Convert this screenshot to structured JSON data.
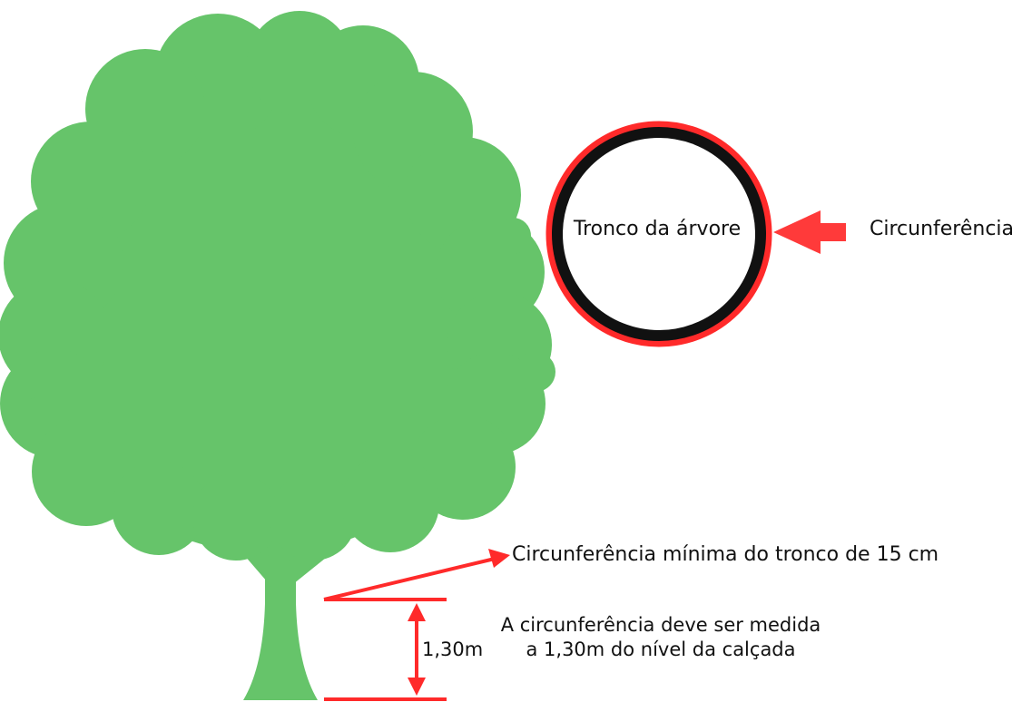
{
  "labels": {
    "trunk": "Tronco da árvore",
    "circumference": "Circunferência",
    "minimum": "Circunferência mínima do tronco de 15 cm",
    "height": "1,30m",
    "note": "A circunferência deve ser medida a 1,30m do nível da calçada"
  },
  "colors": {
    "foliage": "#66c46a",
    "accent": "#ff3a3a",
    "ring_inner": "#111111",
    "text": "#111111"
  },
  "icons": {
    "tree": "tree-silhouette",
    "trunk_section": "circle-outline",
    "pointer": "arrow-left"
  }
}
